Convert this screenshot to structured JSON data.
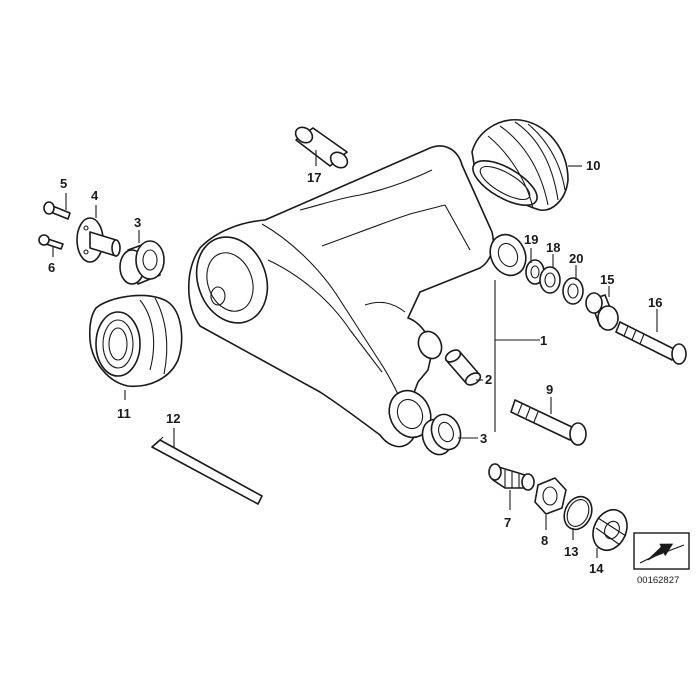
{
  "diagram": {
    "labels": [
      "1",
      "2",
      "3",
      "3",
      "4",
      "5",
      "6",
      "7",
      "8",
      "9",
      "10",
      "11",
      "12",
      "13",
      "14",
      "15",
      "16",
      "17",
      "18",
      "19",
      "20"
    ],
    "doc_id": "00162827",
    "icons": [
      "direction-arrow-icon"
    ]
  }
}
